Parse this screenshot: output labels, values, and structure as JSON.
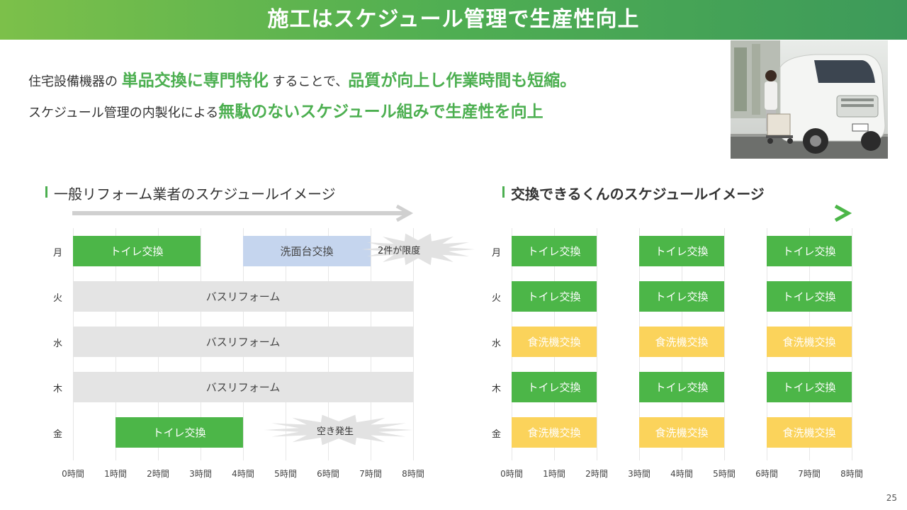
{
  "header": {
    "title": "施工はスケジュール管理で生産性向上"
  },
  "intro": {
    "line1": {
      "a": "住宅設備機器の ",
      "b": "単品交換に専門特化",
      "c": " することで、",
      "d": "品質が向上し作業時間も短縮。"
    },
    "line2": {
      "a": "スケジュール管理の内製化による",
      "b": "無駄のないスケジュール組みで生産性を向上"
    }
  },
  "colors": {
    "green": "#4cb648",
    "gray": "#e4e4e4",
    "blue": "#c5d5ee",
    "yellow": "#fbd35b",
    "accent": "#4caf50"
  },
  "hours": [
    "0時間",
    "1時間",
    "2時間",
    "3時間",
    "4時間",
    "5時間",
    "6時間",
    "7時間",
    "8時間"
  ],
  "days": [
    "月",
    "火",
    "水",
    "木",
    "金"
  ],
  "left_chart": {
    "title": "一般リフォーム業者のスケジュールイメージ",
    "bars": [
      {
        "day": 0,
        "start": 0,
        "end": 3,
        "label": "トイレ交換",
        "color": "green"
      },
      {
        "day": 0,
        "start": 4,
        "end": 7,
        "label": "洗面台交換",
        "color": "blue"
      },
      {
        "day": 1,
        "start": 0,
        "end": 8,
        "label": "バスリフォーム",
        "color": "gray"
      },
      {
        "day": 2,
        "start": 0,
        "end": 8,
        "label": "バスリフォーム",
        "color": "gray"
      },
      {
        "day": 3,
        "start": 0,
        "end": 8,
        "label": "バスリフォーム",
        "color": "gray"
      },
      {
        "day": 4,
        "start": 1,
        "end": 4,
        "label": "トイレ交換",
        "color": "green"
      }
    ],
    "notes": [
      {
        "day": 0,
        "label": "2件が限度"
      },
      {
        "day": 4,
        "label": "空き発生"
      }
    ]
  },
  "right_chart": {
    "title": "交換できるくんのスケジュールイメージ",
    "bars": [
      {
        "day": 0,
        "start": 0,
        "end": 2,
        "label": "トイレ交換",
        "color": "green"
      },
      {
        "day": 0,
        "start": 3,
        "end": 5,
        "label": "トイレ交換",
        "color": "green"
      },
      {
        "day": 0,
        "start": 6,
        "end": 8,
        "label": "トイレ交換",
        "color": "green"
      },
      {
        "day": 1,
        "start": 0,
        "end": 2,
        "label": "トイレ交換",
        "color": "green"
      },
      {
        "day": 1,
        "start": 3,
        "end": 5,
        "label": "トイレ交換",
        "color": "green"
      },
      {
        "day": 1,
        "start": 6,
        "end": 8,
        "label": "トイレ交換",
        "color": "green"
      },
      {
        "day": 2,
        "start": 0,
        "end": 2,
        "label": "食洗機交換",
        "color": "yellow"
      },
      {
        "day": 2,
        "start": 3,
        "end": 5,
        "label": "食洗機交換",
        "color": "yellow"
      },
      {
        "day": 2,
        "start": 6,
        "end": 8,
        "label": "食洗機交換",
        "color": "yellow"
      },
      {
        "day": 3,
        "start": 0,
        "end": 2,
        "label": "トイレ交換",
        "color": "green"
      },
      {
        "day": 3,
        "start": 3,
        "end": 5,
        "label": "トイレ交換",
        "color": "green"
      },
      {
        "day": 3,
        "start": 6,
        "end": 8,
        "label": "トイレ交換",
        "color": "green"
      },
      {
        "day": 4,
        "start": 0,
        "end": 2,
        "label": "食洗機交換",
        "color": "yellow"
      },
      {
        "day": 4,
        "start": 3,
        "end": 5,
        "label": "食洗機交換",
        "color": "yellow"
      },
      {
        "day": 4,
        "start": 6,
        "end": 8,
        "label": "食洗機交換",
        "color": "yellow"
      }
    ]
  },
  "page_number": "25"
}
